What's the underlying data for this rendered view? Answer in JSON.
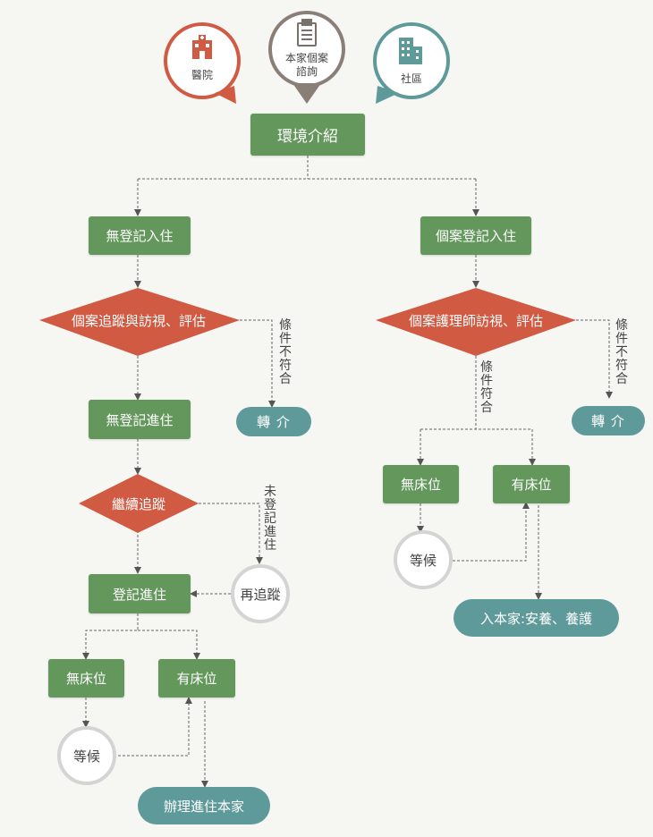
{
  "top_icons": {
    "hospital": {
      "label": "醫院",
      "color": "#d05a42"
    },
    "family": {
      "label_line1": "本家個案",
      "label_line2": "諮詢",
      "color": "#8a7f77"
    },
    "community": {
      "label": "社區",
      "color": "#5f9a9b"
    }
  },
  "nodes": {
    "intro": "環境介紹",
    "left_unregistered_stay": "無登記入住",
    "left_tracking": "個案追蹤與訪視、評估",
    "left_not_eligible_label": "條件不符合",
    "left_referral": "轉 介",
    "left_unregistered_enter": "無登記進住",
    "left_continue_tracking": "繼續追蹤",
    "left_not_registered_label": "未登記進住",
    "left_retrack": "再追蹤",
    "left_registered_enter": "登記進住",
    "left_no_bed": "無床位",
    "left_has_bed": "有床位",
    "left_wait": "等候",
    "left_final": "辦理進住本家",
    "right_registered_stay": "個案登記入住",
    "right_nurse_visit": "個案護理師訪視、評估",
    "right_not_eligible_label": "條件不符合",
    "right_referral": "轉 介",
    "right_eligible_label": "條件符合",
    "right_no_bed": "無床位",
    "right_has_bed": "有床位",
    "right_wait": "等候",
    "right_final": "入本家:安養、養護"
  },
  "colors": {
    "green": "#63975c",
    "red": "#d05a42",
    "teal": "#5f9a9b",
    "gray_border": "#d4d4d4"
  }
}
